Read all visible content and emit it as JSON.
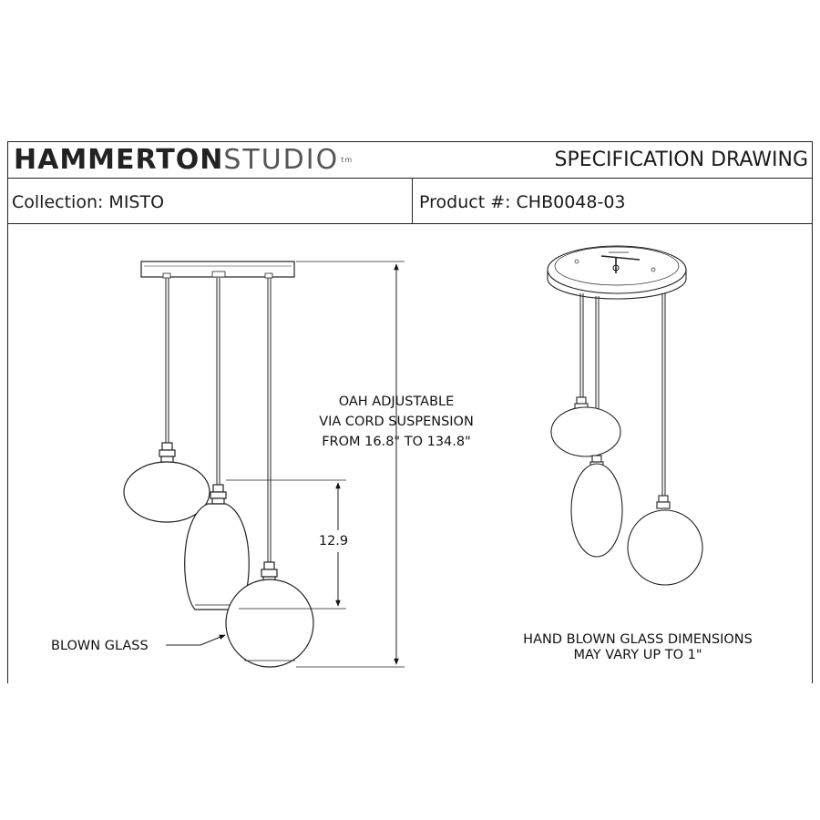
{
  "header": {
    "brand_bold": "HAMMERTON",
    "brand_light": "STUDIO",
    "brand_tm": "tm",
    "document_type": "SPECIFICATION DRAWING"
  },
  "info": {
    "collection": "Collection: MISTO",
    "product": "Product #: CHB0048-03"
  },
  "annotations": {
    "oah_line1": "OAH ADJUSTABLE",
    "oah_line2": "VIA CORD SUSPENSION",
    "oah_line3": "FROM 16.8\" TO 134.8\"",
    "height_dimension": "12.9",
    "glass_callout": "BLOWN GLASS",
    "note_line1": "HAND BLOWN GLASS DIMENSIONS",
    "note_line2": "MAY VARY UP TO 1\""
  }
}
